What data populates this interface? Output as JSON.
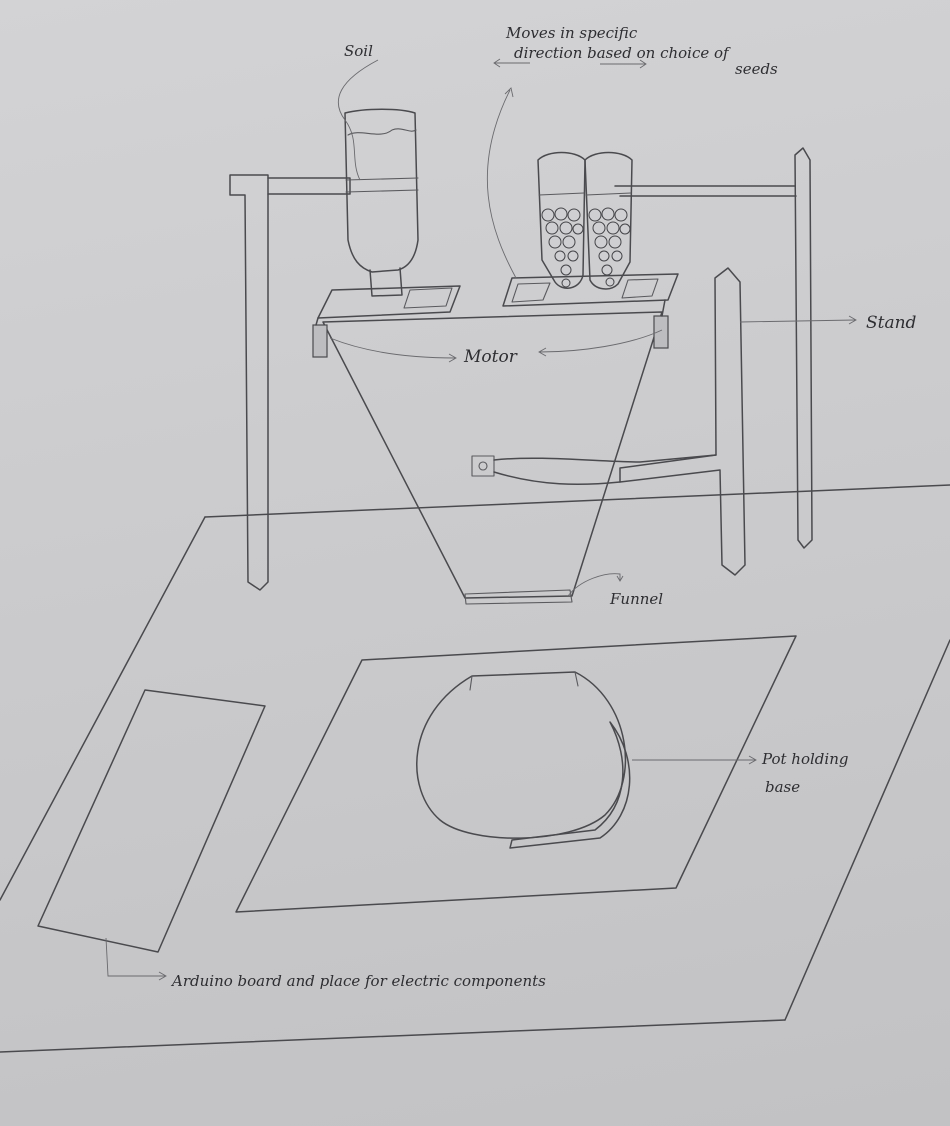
{
  "labels": {
    "soil": "Soil",
    "moves_line1": "Moves in specific",
    "moves_line2": "direction based on choice of",
    "moves_line3": "seeds",
    "motor": "Motor",
    "stand": "Stand",
    "funnel": "Funnel",
    "pot_line1": "Pot holding",
    "pot_line2": "base",
    "arduino": "Arduino board and place for electric components"
  }
}
